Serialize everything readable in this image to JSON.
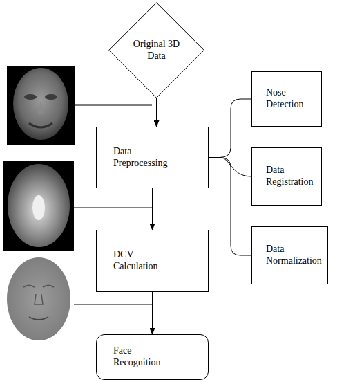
{
  "diagram": {
    "nodes": [
      {
        "text": [
          "Original 3D Data"
        ]
      },
      {
        "text": [
          "Data Preprocessing"
        ]
      },
      {
        "text": [
          "DCV Calculation"
        ]
      },
      {
        "text": [
          "Face Recognition"
        ]
      },
      {
        "text": [
          "Nose Detection"
        ]
      },
      {
        "text": [
          "Data Registration"
        ]
      },
      {
        "text": [
          "Data Normalization"
        ]
      }
    ],
    "edges": [
      {
        "from": 0,
        "to": 1,
        "arrow": "to"
      },
      {
        "from": 1,
        "to": 2,
        "arrow": "to"
      },
      {
        "from": 2,
        "to": 3,
        "arrow": "to"
      },
      {
        "from": 1,
        "to": 4,
        "arrow": "none"
      },
      {
        "from": 1,
        "to": 5,
        "arrow": "none"
      },
      {
        "from": 1,
        "to": 6,
        "arrow": "none"
      }
    ]
  }
}
